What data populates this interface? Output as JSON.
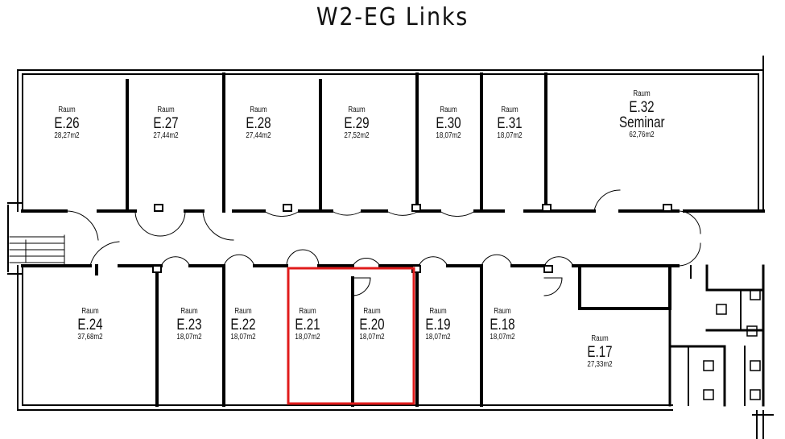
{
  "title": "W2-EG Links",
  "room_label": "Raum",
  "highlight_color": "#e01b1b",
  "rooms": [
    {
      "id": "E.26",
      "area": "28,27m2"
    },
    {
      "id": "E.27",
      "area": "27,44m2"
    },
    {
      "id": "E.28",
      "area": "27,44m2"
    },
    {
      "id": "E.29",
      "area": "27,52m2"
    },
    {
      "id": "E.30",
      "area": "18,07m2"
    },
    {
      "id": "E.31",
      "area": "18,07m2"
    },
    {
      "id": "E.32",
      "extra": "Seminar",
      "area": "62,76m2"
    },
    {
      "id": "E.24",
      "area": "37,68m2"
    },
    {
      "id": "E.23",
      "area": "18,07m2"
    },
    {
      "id": "E.22",
      "area": "18,07m2"
    },
    {
      "id": "E.21",
      "area": "18,07m2"
    },
    {
      "id": "E.20",
      "area": "18,07m2"
    },
    {
      "id": "E.19",
      "area": "18,07m2"
    },
    {
      "id": "E.18",
      "area": "18,07m2"
    },
    {
      "id": "E.17",
      "area": "27,33m2"
    }
  ]
}
